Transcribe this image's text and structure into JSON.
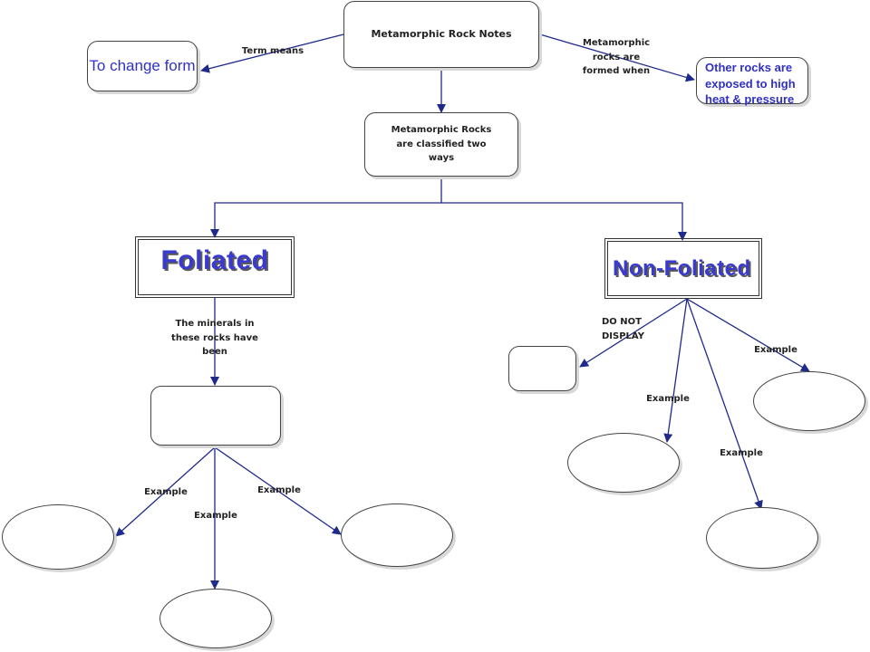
{
  "nodes": {
    "title": "Metamorphic Rock Notes",
    "meaning": "To change form",
    "formed": "Other rocks are exposed to high heat & pressure",
    "classified": "Metamorphic Rocks are classified two ways",
    "foliated": "Foliated",
    "non_foliated": "Non-Foliated",
    "minerals_box": "",
    "hidden_box": "",
    "ellipses": [
      "",
      "",
      "",
      "",
      "",
      "",
      ""
    ]
  },
  "edge_labels": {
    "term_means": "Term means",
    "formed_when": "Metamorphic rocks are formed when",
    "minerals": "The minerals in these rocks have been",
    "do_not_display": "DO NOT DISPLAY",
    "example": "Example"
  },
  "colors": {
    "arrow": "#1f2a8a",
    "node_border": "#444444",
    "accent_text": "#3030c8"
  }
}
